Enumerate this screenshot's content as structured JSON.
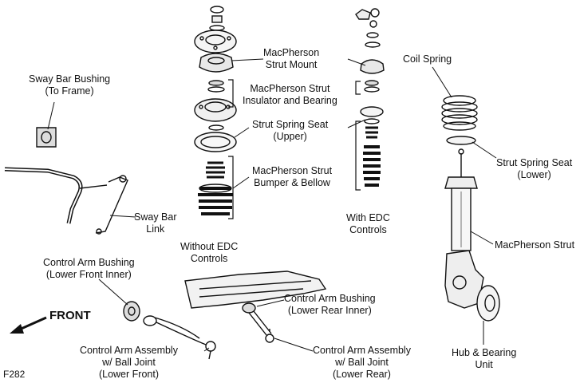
{
  "figure_code": "F282",
  "front_label": "FRONT",
  "labels": {
    "strut_mount": [
      "MacPherson",
      "Strut Mount"
    ],
    "insulator_bearing": [
      "MacPherson Strut",
      "Insulator and Bearing"
    ],
    "spring_seat_upper": [
      "Strut Spring Seat",
      "(Upper)"
    ],
    "bumper_bellow": [
      "MacPherson Strut",
      "Bumper & Bellow"
    ],
    "without_edc": [
      "Without EDC",
      "Controls"
    ],
    "with_edc": [
      "With EDC",
      "Controls"
    ],
    "coil_spring": [
      "Coil Spring"
    ],
    "spring_seat_lower": [
      "Strut Spring Seat",
      "(Lower)"
    ],
    "strut": [
      "MacPherson Strut"
    ],
    "hub_bearing": [
      "Hub & Bearing",
      "Unit"
    ],
    "sway_bar_bushing": [
      "Sway Bar Bushing",
      "(To Frame)"
    ],
    "sway_bar_link": [
      "Sway Bar",
      "Link"
    ],
    "ca_bushing_front": [
      "Control Arm Bushing",
      "(Lower Front Inner)"
    ],
    "ca_bushing_rear": [
      "Control Arm Bushing",
      "(Lower Rear Inner)"
    ],
    "ca_assembly_front": [
      "Control Arm Assembly",
      "w/ Ball Joint",
      "(Lower Front)"
    ],
    "ca_assembly_rear": [
      "Control Arm Assembly",
      "w/ Ball Joint",
      "(Lower Rear)"
    ]
  }
}
